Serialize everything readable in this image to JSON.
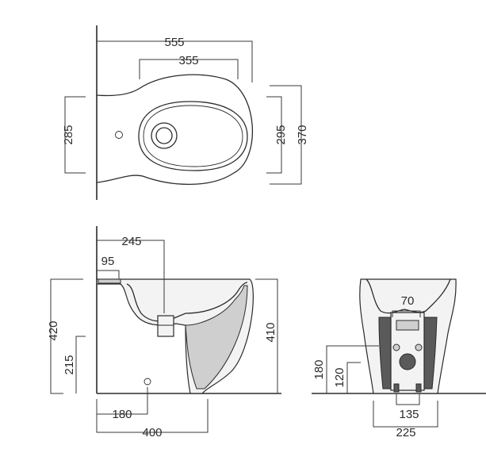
{
  "top_view": {
    "overall_length": "555",
    "bowl_length": "355",
    "side_width": "285",
    "bowl_width": "295",
    "overall_width": "370"
  },
  "side_view": {
    "drain_offset": "245",
    "rim_inset": "95",
    "overall_height": "420",
    "inlet_height": "215",
    "rim_height": "410",
    "floor_fixing": "180",
    "depth": "400"
  },
  "front_view": {
    "bracket_width": "70",
    "outlet_height": "180",
    "fixing_height": "120",
    "fixing_spacing": "135",
    "foot_width": "225"
  }
}
